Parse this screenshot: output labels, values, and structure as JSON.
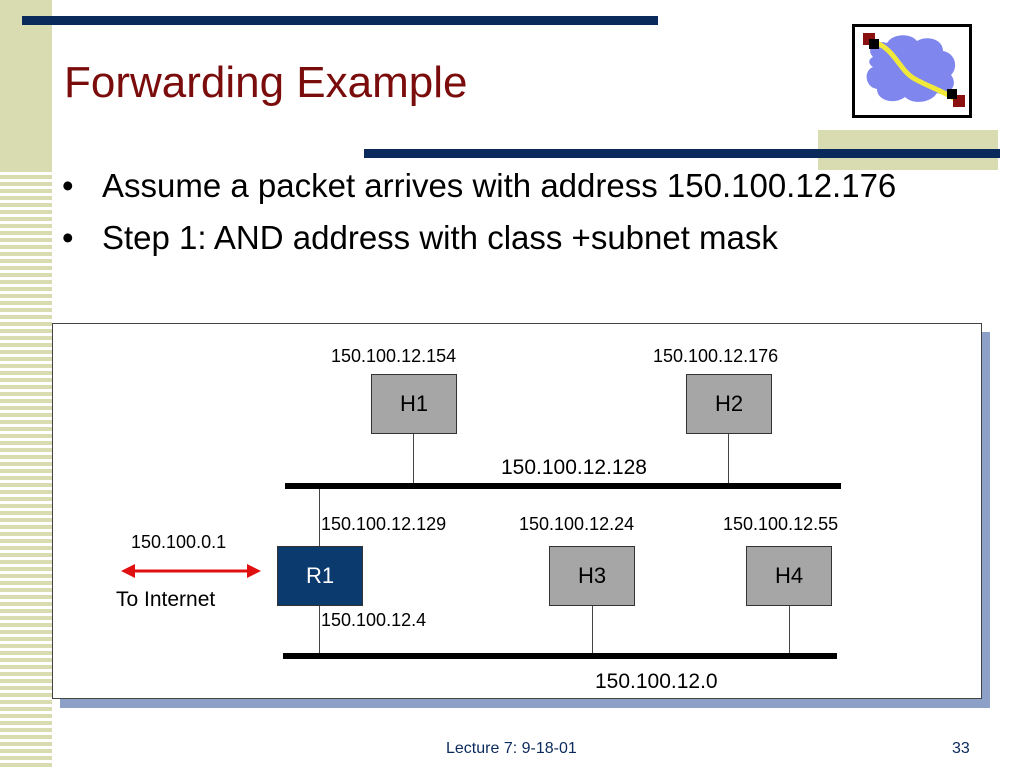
{
  "slide": {
    "title": "Forwarding Example",
    "bullets": [
      "Assume a packet arrives with address 150.100.12.176",
      "Step 1: AND address with class +subnet mask"
    ]
  },
  "diagram": {
    "nodes": {
      "h1": {
        "label": "H1",
        "address": "150.100.12.154"
      },
      "h2": {
        "label": "H2",
        "address": "150.100.12.176"
      },
      "h3": {
        "label": "H3",
        "address": "150.100.12.24"
      },
      "h4": {
        "label": "H4",
        "address": "150.100.12.55"
      },
      "r1": {
        "label": "R1",
        "address_upper": "150.100.12.129",
        "address_lower": "150.100.12.4"
      }
    },
    "networks": {
      "upper": "150.100.12.128",
      "lower": "150.100.12.0"
    },
    "internet": {
      "address": "150.100.0.1",
      "label": "To Internet"
    }
  },
  "footer": {
    "lecture": "Lecture 7: 9-18-01",
    "page_number": "33"
  },
  "colors": {
    "title": "#7a0c0c",
    "accent_bar": "#0b2a5c",
    "stripe": "#d9dcb0",
    "router": "#0b3a6e",
    "host": "#a6a6a6",
    "arrow": "#e01010"
  }
}
